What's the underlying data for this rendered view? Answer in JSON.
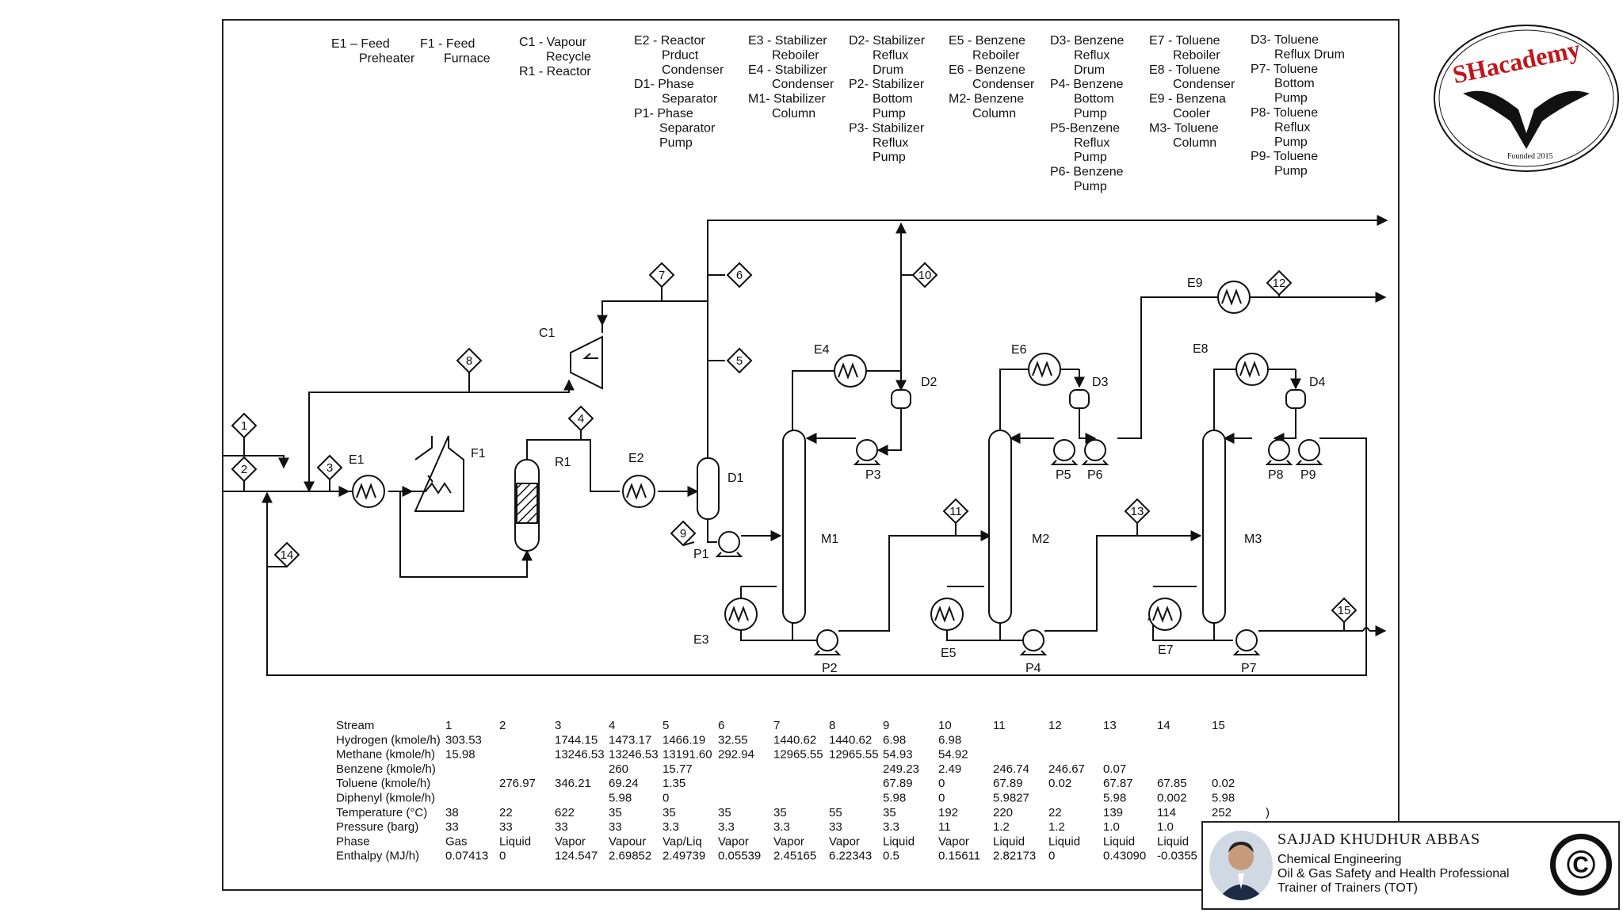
{
  "legend": [
    [
      "E1 – Feed",
      "Preheater"
    ],
    [
      "F1 - Feed",
      "Furnace"
    ],
    [
      "C1 - Vapour",
      "Recycle",
      "R1 - Reactor"
    ],
    [
      "E2 - Reactor",
      "Prduct",
      "Condenser",
      "D1- Phase",
      "Separator",
      "P1- Phase",
      "Separator",
      "Pump"
    ],
    [
      "E3 - Stabilizer",
      "Reboiler",
      "E4 - Stabilizer",
      "Condenser",
      "M1- Stabilizer",
      "Column"
    ],
    [
      "D2- Stabilizer",
      "Reflux",
      "Drum",
      "P2- Stabilizer",
      "Bottom",
      "Pump",
      "P3- Stabilizer",
      "Reflux",
      "Pump"
    ],
    [
      "E5 - Benzene",
      "Reboiler",
      "E6 - Benzene",
      "Condenser",
      "M2- Benzene",
      "Column"
    ],
    [
      "D3- Benzene",
      "Reflux",
      "Drum",
      "P4- Benzene",
      "Bottom",
      "Pump",
      "P5-Benzene",
      "Reflux",
      "Pump",
      "P6- Benzene",
      "Pump"
    ],
    [
      "E7 - Toluene",
      "Reboiler",
      "E8 - Toluene",
      "Condenser",
      "E9 - Benzena",
      "Cooler",
      "M3- Toluene",
      "Column"
    ],
    [
      "D3- Toluene",
      "Reflux Drum",
      "P7- Toluene",
      "Bottom",
      "Pump",
      "P8- Toluene",
      "Reflux",
      "Pump",
      "P9- Toluene",
      "Pump"
    ]
  ],
  "equipment": {
    "E1": "E1",
    "F1": "F1",
    "R1": "R1",
    "E2": "E2",
    "D1": "D1",
    "C1": "C1",
    "P1": "P1",
    "E3": "E3",
    "E4": "E4",
    "M1": "M1",
    "D2": "D2",
    "P2": "P2",
    "P3": "P3",
    "E5": "E5",
    "E6": "E6",
    "M2": "M2",
    "D3": "D3",
    "P4": "P4",
    "P5": "P5",
    "P6": "P6",
    "E7": "E7",
    "E8": "E8",
    "E9": "E9",
    "M3": "M3",
    "D4": "D4",
    "P7": "P7",
    "P8": "P8",
    "P9": "P9"
  },
  "stream_tags": [
    "1",
    "2",
    "3",
    "4",
    "5",
    "6",
    "7",
    "8",
    "9",
    "10",
    "11",
    "12",
    "13",
    "14",
    "15"
  ],
  "table": {
    "header": [
      "Stream",
      "1",
      "2",
      "3",
      "4",
      "5",
      "6",
      "7",
      "8",
      "9",
      "10",
      "11",
      "12",
      "13",
      "14",
      "15"
    ],
    "rows": [
      [
        "Hydrogen (kmole/h)",
        "303.53",
        "",
        "1744.15",
        "1473.17",
        "1466.19",
        "32.55",
        "1440.62",
        "1440.62",
        "6.98",
        "6.98",
        "",
        "",
        "",
        "",
        ""
      ],
      [
        "Methane  (kmole/h)",
        "15.98",
        "",
        "13246.53",
        "13246.53",
        "13191.60",
        "292.94",
        "12965.55",
        "12965.55",
        "54.93",
        "54.92",
        "",
        "",
        "",
        "",
        ""
      ],
      [
        "Benzene  (kmole/h)",
        "",
        "",
        "",
        "260",
        "15.77",
        "",
        "",
        "",
        "249.23",
        "2.49",
        "246.74",
        "246.67",
        "0.07",
        "",
        ""
      ],
      [
        "Toluene  (kmole/h)",
        "",
        "276.97",
        "346.21",
        "69.24",
        "1.35",
        "",
        "",
        "",
        "67.89",
        "0",
        "67.89",
        "0.02",
        "67.87",
        "67.85",
        "0.02"
      ],
      [
        "Diphenyl (kmole/h)",
        "",
        "",
        "",
        "5.98",
        "0",
        "",
        "",
        "",
        "5.98",
        "0",
        "5.9827",
        "",
        "5.98",
        "0.002",
        "5.98"
      ],
      [
        "Temperature (°C)",
        "38",
        "22",
        "622",
        "35",
        "35",
        "35",
        "35",
        "55",
        "35",
        "192",
        "220",
        "22",
        "139",
        "114",
        "252"
      ],
      [
        "Pressure (barg)",
        "33",
        "33",
        "33",
        "33",
        "3.3",
        "3.3",
        "3.3",
        "33",
        "3.3",
        "11",
        "1.2",
        "1.2",
        "1.0",
        "1.0",
        ""
      ],
      [
        "Phase",
        "Gas",
        "Liquid",
        "Vapor",
        "Vapour",
        "Vap/Liq",
        "Vapor",
        "Vapor",
        "Vapor",
        "Liquid",
        "Vapor",
        "Liquid",
        "Liquid",
        "Liquid",
        "Liquid",
        ""
      ],
      [
        "Enthalpy (MJ/h)",
        "0.07413",
        "0",
        "124.547",
        "2.69852",
        "2.49739",
        "0.05539",
        "2.45165",
        "6.22343",
        "0.5",
        "0.15611",
        "2.82173",
        "0",
        "0.43090",
        "-0.0355",
        ""
      ]
    ],
    "stray_mark": ")"
  },
  "logo": {
    "name": "SHacademy",
    "founded": "Founded 2015"
  },
  "credit": {
    "name": "SAJJAD KHUDHUR ABBAS",
    "line1": "Chemical Engineering",
    "line2": "Oil & Gas Safety and Health Professional",
    "line3": "Trainer of Trainers (TOT)",
    "copyright": "©"
  }
}
